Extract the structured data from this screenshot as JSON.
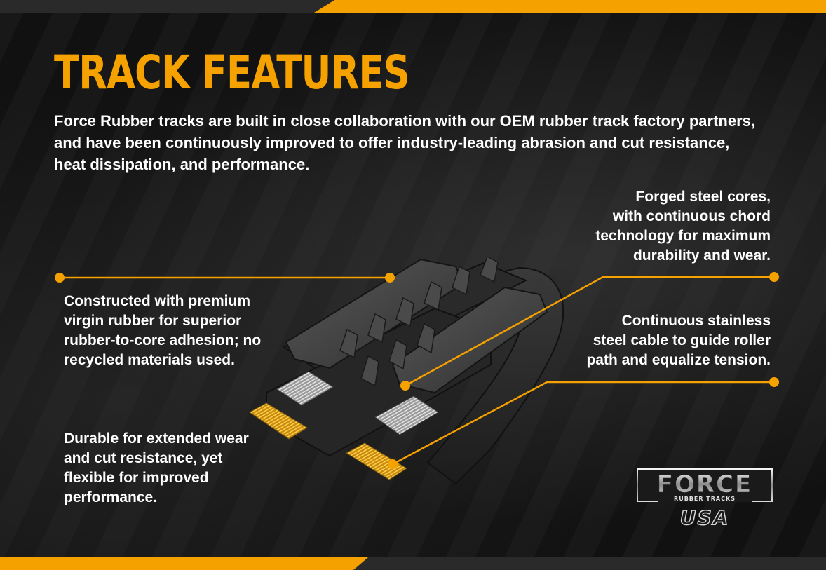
{
  "title": "TRACK FEATURES",
  "intro": "Force Rubber tracks are built in close collaboration with our OEM rubber track factory partners, and have been continuously improved to offer industry-leading abrasion and cut resistance, heat dissipation, and performance.",
  "callouts": {
    "rubber": "Constructed with premium virgin rubber for superior rubber-to-core adhesion; no recycled materials used.",
    "durable": "Durable for extended wear and cut resistance, yet flexible for improved performance.",
    "cores_lines": [
      "Forged steel cores,",
      "with continuous chord",
      "technology for maximum",
      "durability and wear."
    ],
    "cable_lines": [
      "Continuous stainless",
      "steel cable to guide roller",
      "path and equalize tension."
    ]
  },
  "logo": {
    "brand": "FORCE",
    "tagline": "RUBBER TRACKS",
    "country": "USA"
  },
  "colors": {
    "accent": "#f5a100",
    "text": "#ffffff",
    "background": "#121212"
  }
}
